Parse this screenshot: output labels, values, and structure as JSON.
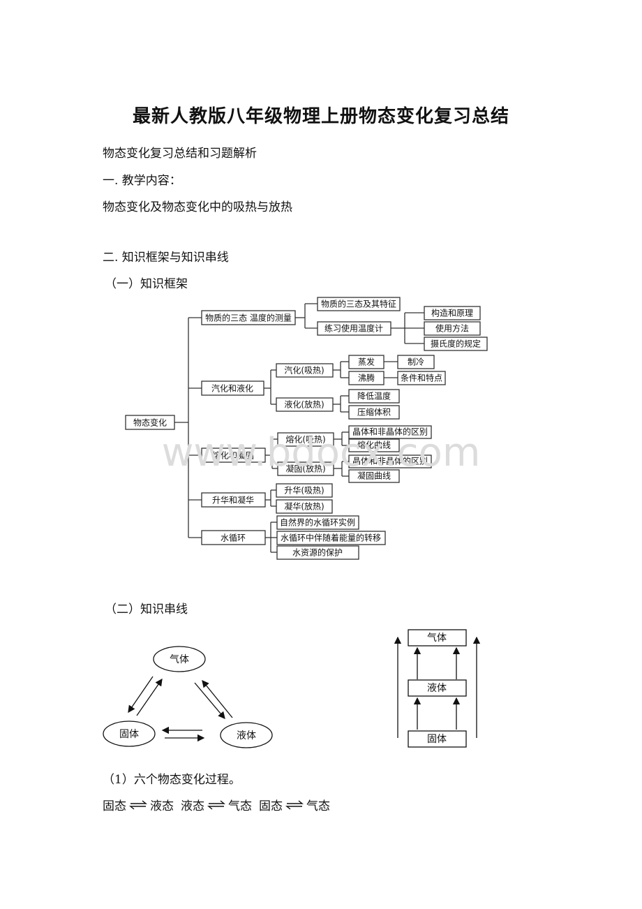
{
  "title": "最新人教版八年级物理上册物态变化复习总结",
  "paragraphs": {
    "p1": "物态变化复习总结和习题解析",
    "p2": "一. 教学内容：",
    "p3": "物态变化及物态变化中的吸热与放热",
    "p4": "二. 知识框架与知识串线",
    "p5": "（一）知识框架",
    "p6": "（二）知识串线",
    "p7": "（1）六个物态变化过程。"
  },
  "tree": {
    "root": "物态变化",
    "l1": [
      "物质的三态 温度的测量",
      "汽化和液化",
      "熔化和凝固",
      "升华和凝华",
      "水循环"
    ],
    "l2": [
      "物质的三态及其特征",
      "练习使用温度计",
      "汽化(吸热)",
      "液化(放热)",
      "熔化(吸热)",
      "凝固(放热)",
      "升华(吸热)",
      "凝华(放热)",
      "自然界的水循环实例",
      "水循环中伴随着能量的转移",
      "水资源的保护"
    ],
    "l3": [
      "构造和原理",
      "使用方法",
      "摄氏度的规定",
      "蒸发",
      "沸腾",
      "降低温度",
      "压缩体积",
      "晶体和非晶体的区别",
      "熔化曲线",
      "晶体和非晶体的区别",
      "凝固曲线"
    ],
    "l4": [
      "制冷",
      "条件和特点"
    ]
  },
  "watermark": "www.bdocx.com",
  "triangle": {
    "gas": "气体",
    "solid": "固体",
    "liquid": "液体"
  },
  "stack": {
    "gas": "气体",
    "liquid": "液体",
    "solid": "固体"
  },
  "equations": {
    "a_left": "固态",
    "a_right": "液态",
    "b_left": "液态",
    "b_right": "气态",
    "c_left": "固态",
    "c_right": "气态"
  }
}
